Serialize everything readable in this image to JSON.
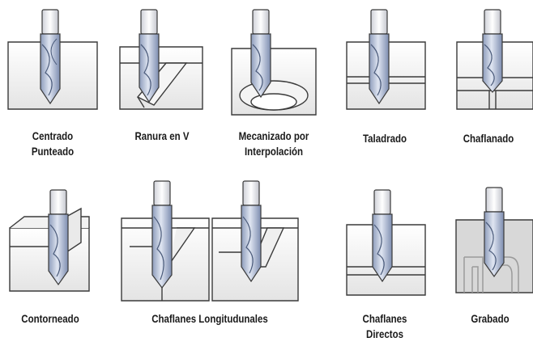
{
  "operations": [
    {
      "id": "centrado",
      "caption": [
        "Centrado",
        "Punteado"
      ]
    },
    {
      "id": "ranura",
      "caption": [
        "Ranura en V"
      ]
    },
    {
      "id": "mecanizado",
      "caption": [
        "Mecanizado por",
        "Interpolación"
      ]
    },
    {
      "id": "taladrado",
      "caption": [
        "Taladrado"
      ]
    },
    {
      "id": "chaflanado",
      "caption": [
        "Chaflanado"
      ]
    },
    {
      "id": "contorneado",
      "caption": [
        "Contorneado"
      ]
    },
    {
      "id": "chaflanes-long",
      "caption": [
        "Chaflanes Longitudunales"
      ]
    },
    {
      "id": "chaflanes-dir",
      "caption": [
        "Chaflanes",
        "Directos"
      ]
    },
    {
      "id": "grabado",
      "caption": [
        "Grabado"
      ]
    }
  ],
  "colors": {
    "outline": "#3a3a3a",
    "block_face": "#ffffff",
    "block_shade": "#dcdcdc",
    "tool_shank": "#e6e6ec",
    "tool_body": "#b9c4da",
    "tool_dark": "#6f7f9f",
    "engrave": "#b8b8b8"
  }
}
